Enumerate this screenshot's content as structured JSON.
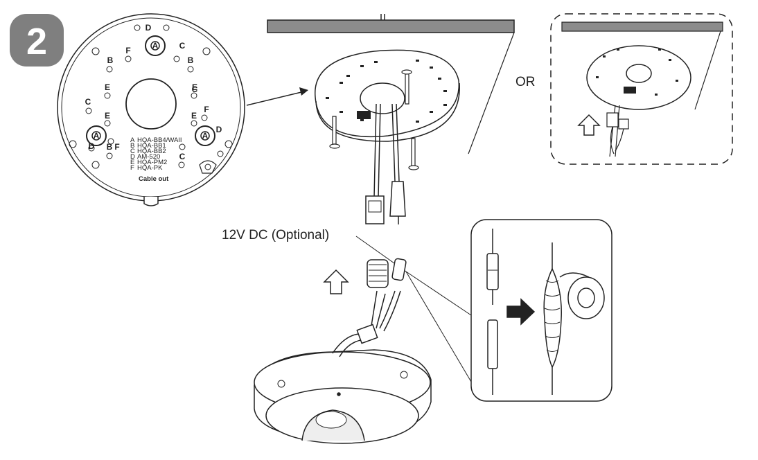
{
  "step": {
    "number": "2",
    "badge_color": "#7f7f7f"
  },
  "plate": {
    "hole_labels": {
      "a_top": "A",
      "a_left": "A",
      "a_right": "A",
      "d_top": "D",
      "d_left": "D",
      "d_right": "D",
      "b_ul": "B",
      "b_ur": "B",
      "b_left": "B",
      "c_ul": "C",
      "c_ur": "C",
      "c_left": "C",
      "c_lr": "C",
      "e_ul": "E",
      "e_ur": "E",
      "e_ml": "E",
      "e_mr": "E",
      "f_top": "F",
      "f_right": "F",
      "f_left": "F"
    },
    "legend": [
      {
        "key": "A",
        "text": "HQA-BB4/WAII"
      },
      {
        "key": "B",
        "text": "HQA-BB1"
      },
      {
        "key": "C",
        "text": "HQA-BB2"
      },
      {
        "key": "D",
        "text": "AM-520"
      },
      {
        "key": "E",
        "text": "HQA-PM2"
      },
      {
        "key": "F",
        "text": "HQA-PK"
      }
    ],
    "cable_out": "Cable out"
  },
  "or_label": "OR",
  "power_label": "12V DC (Optional)"
}
